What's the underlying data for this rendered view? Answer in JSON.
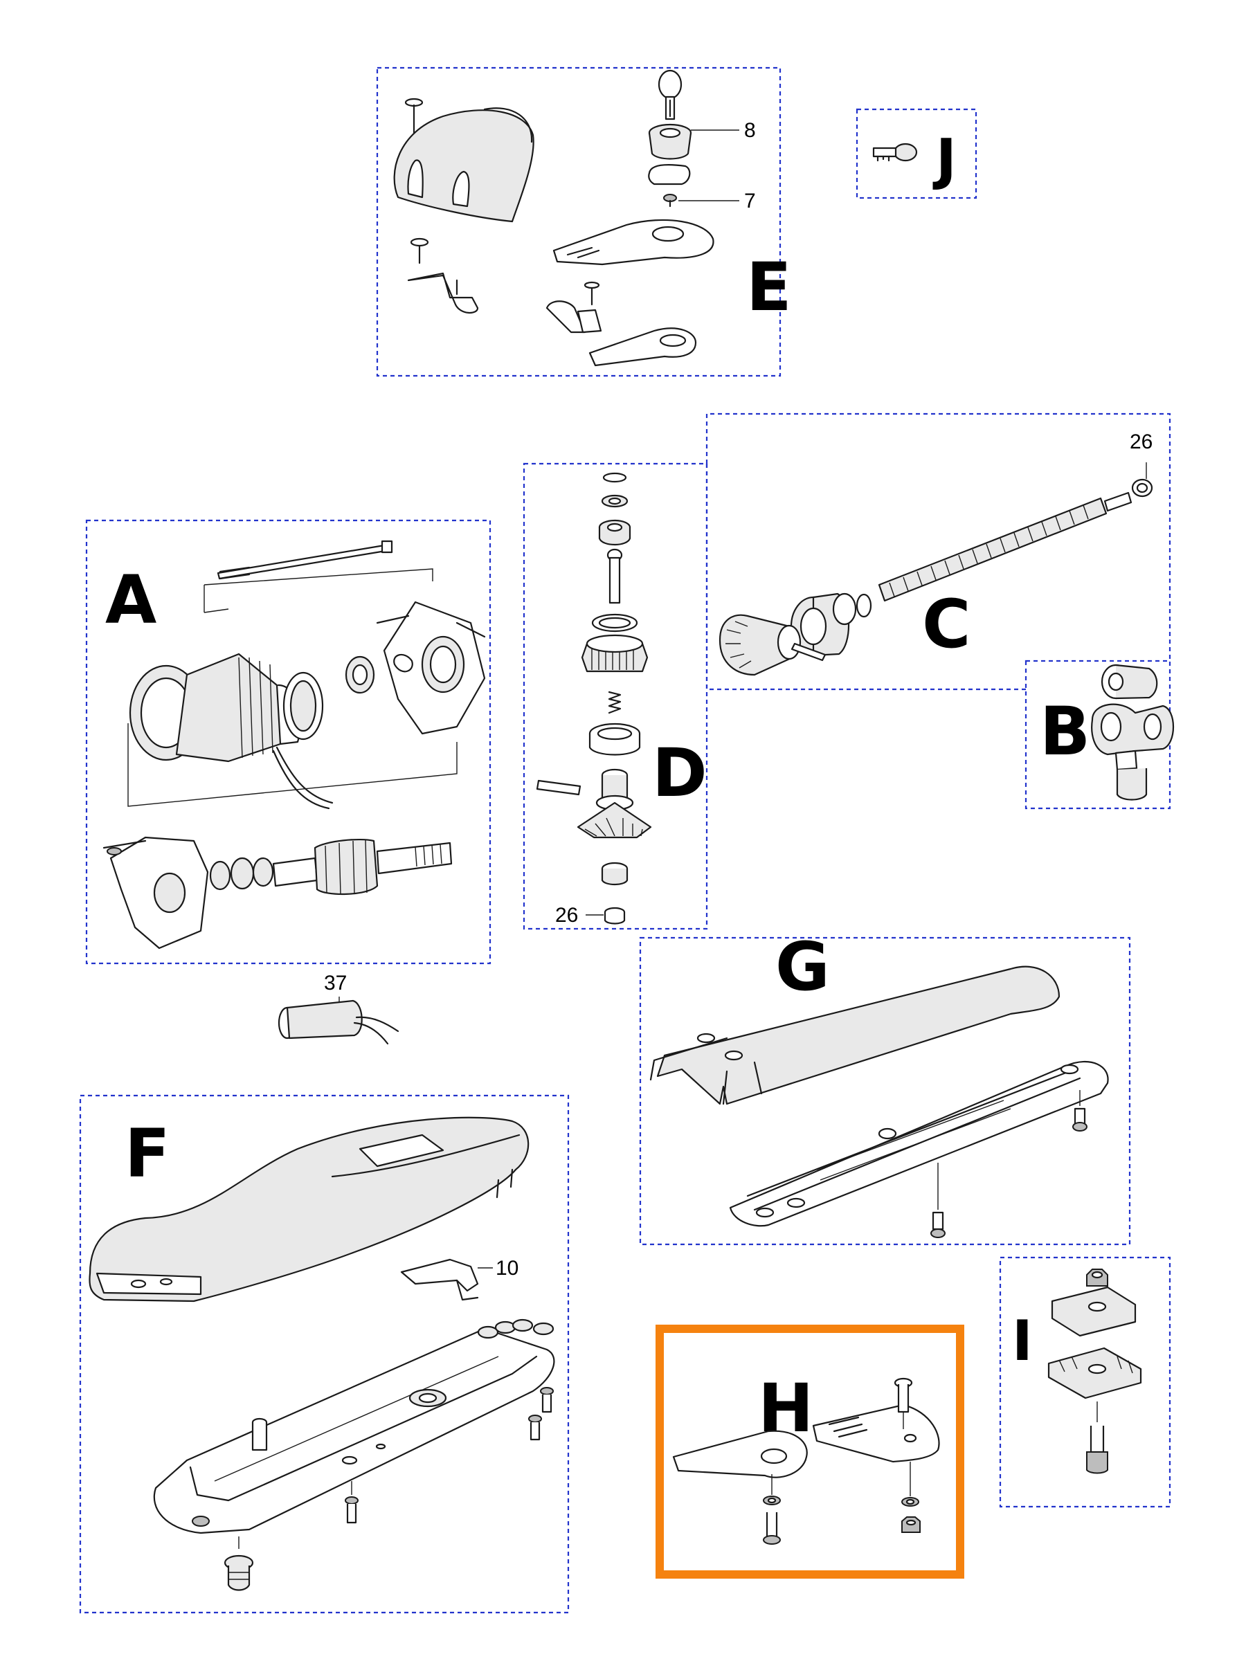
{
  "colors": {
    "group_border": "#2233cc",
    "highlight_border": "#f5820f",
    "line": "#1a1a1a"
  },
  "groups": {
    "A": {
      "letter": "A"
    },
    "B": {
      "letter": "B"
    },
    "C": {
      "letter": "C"
    },
    "D": {
      "letter": "D"
    },
    "E": {
      "letter": "E"
    },
    "F": {
      "letter": "F"
    },
    "G": {
      "letter": "G"
    },
    "H": {
      "letter": "H",
      "highlighted": true
    },
    "I": {
      "letter": "I"
    },
    "J": {
      "letter": "J"
    }
  },
  "callouts": {
    "e_8": "8",
    "e_7": "7",
    "c_26": "26",
    "d_26": "26",
    "a_37": "37",
    "f_10": "10"
  }
}
